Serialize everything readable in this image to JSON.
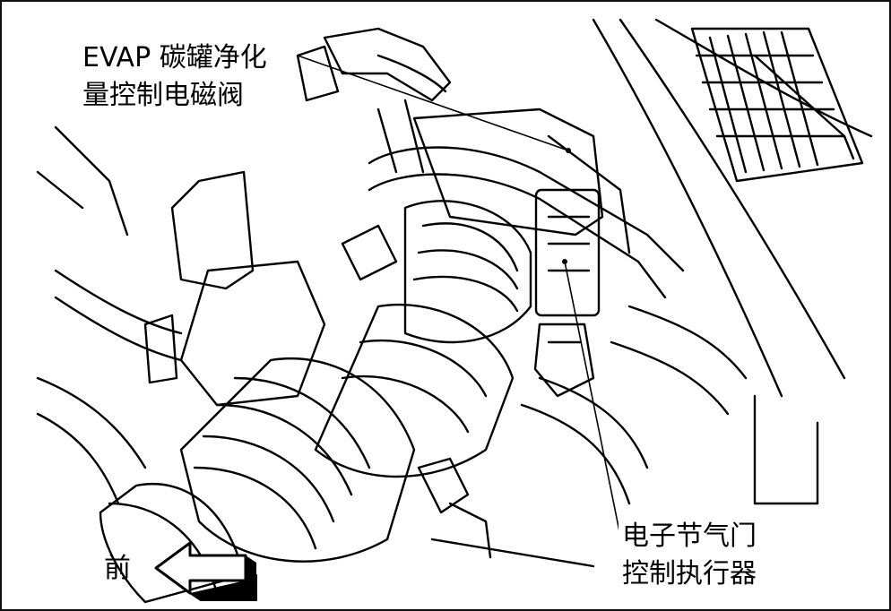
{
  "labels": {
    "evap_line1": "EVAP 碳罐净化",
    "evap_line2": "量控制电磁阀",
    "etc_line1": "电子节气门",
    "etc_line2": "控制执行器",
    "front": "前"
  }
}
